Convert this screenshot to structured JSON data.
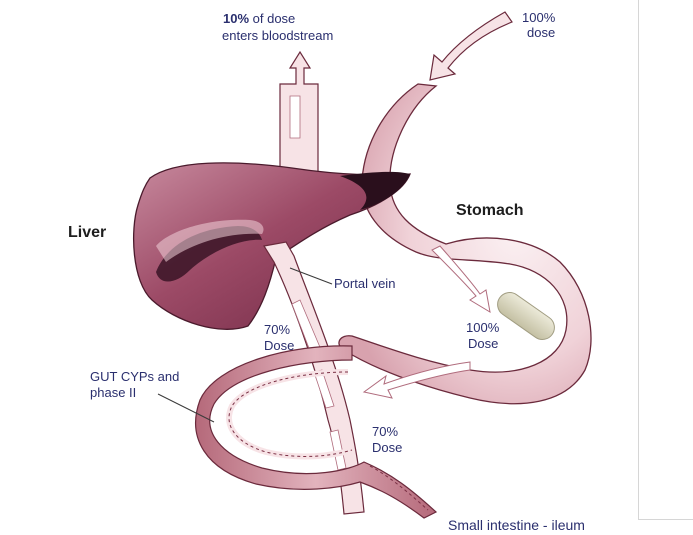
{
  "labels": {
    "top_dose_pct": "10%",
    "top_dose_rest": " of dose",
    "top_dose_line2": "enters bloodstream",
    "dose_in_line1": "100%",
    "dose_in_line2": "dose",
    "stomach": "Stomach",
    "liver": "Liver",
    "portal_vein": "Portal vein",
    "vein_dose_line1": "70%",
    "vein_dose_line2": "Dose",
    "stomach_dose_line1": "100%",
    "stomach_dose_line2": "Dose",
    "gut_line1": "GUT CYPs and",
    "gut_line2": "phase II",
    "intestine_dose_line1": "70%",
    "intestine_dose_line2": "Dose",
    "intestine": "Small intestine - ileum"
  },
  "colors": {
    "liver": "#9c4a66",
    "liver_dark": "#2a0f1c",
    "tube_fill": "#f7e3e6",
    "tube_stroke": "#6b2a3c",
    "stomach_fill": "#f4dbe0",
    "intestine": "#c98592",
    "pill": "#d6d3bd",
    "label_text": "#2a2f6e"
  }
}
